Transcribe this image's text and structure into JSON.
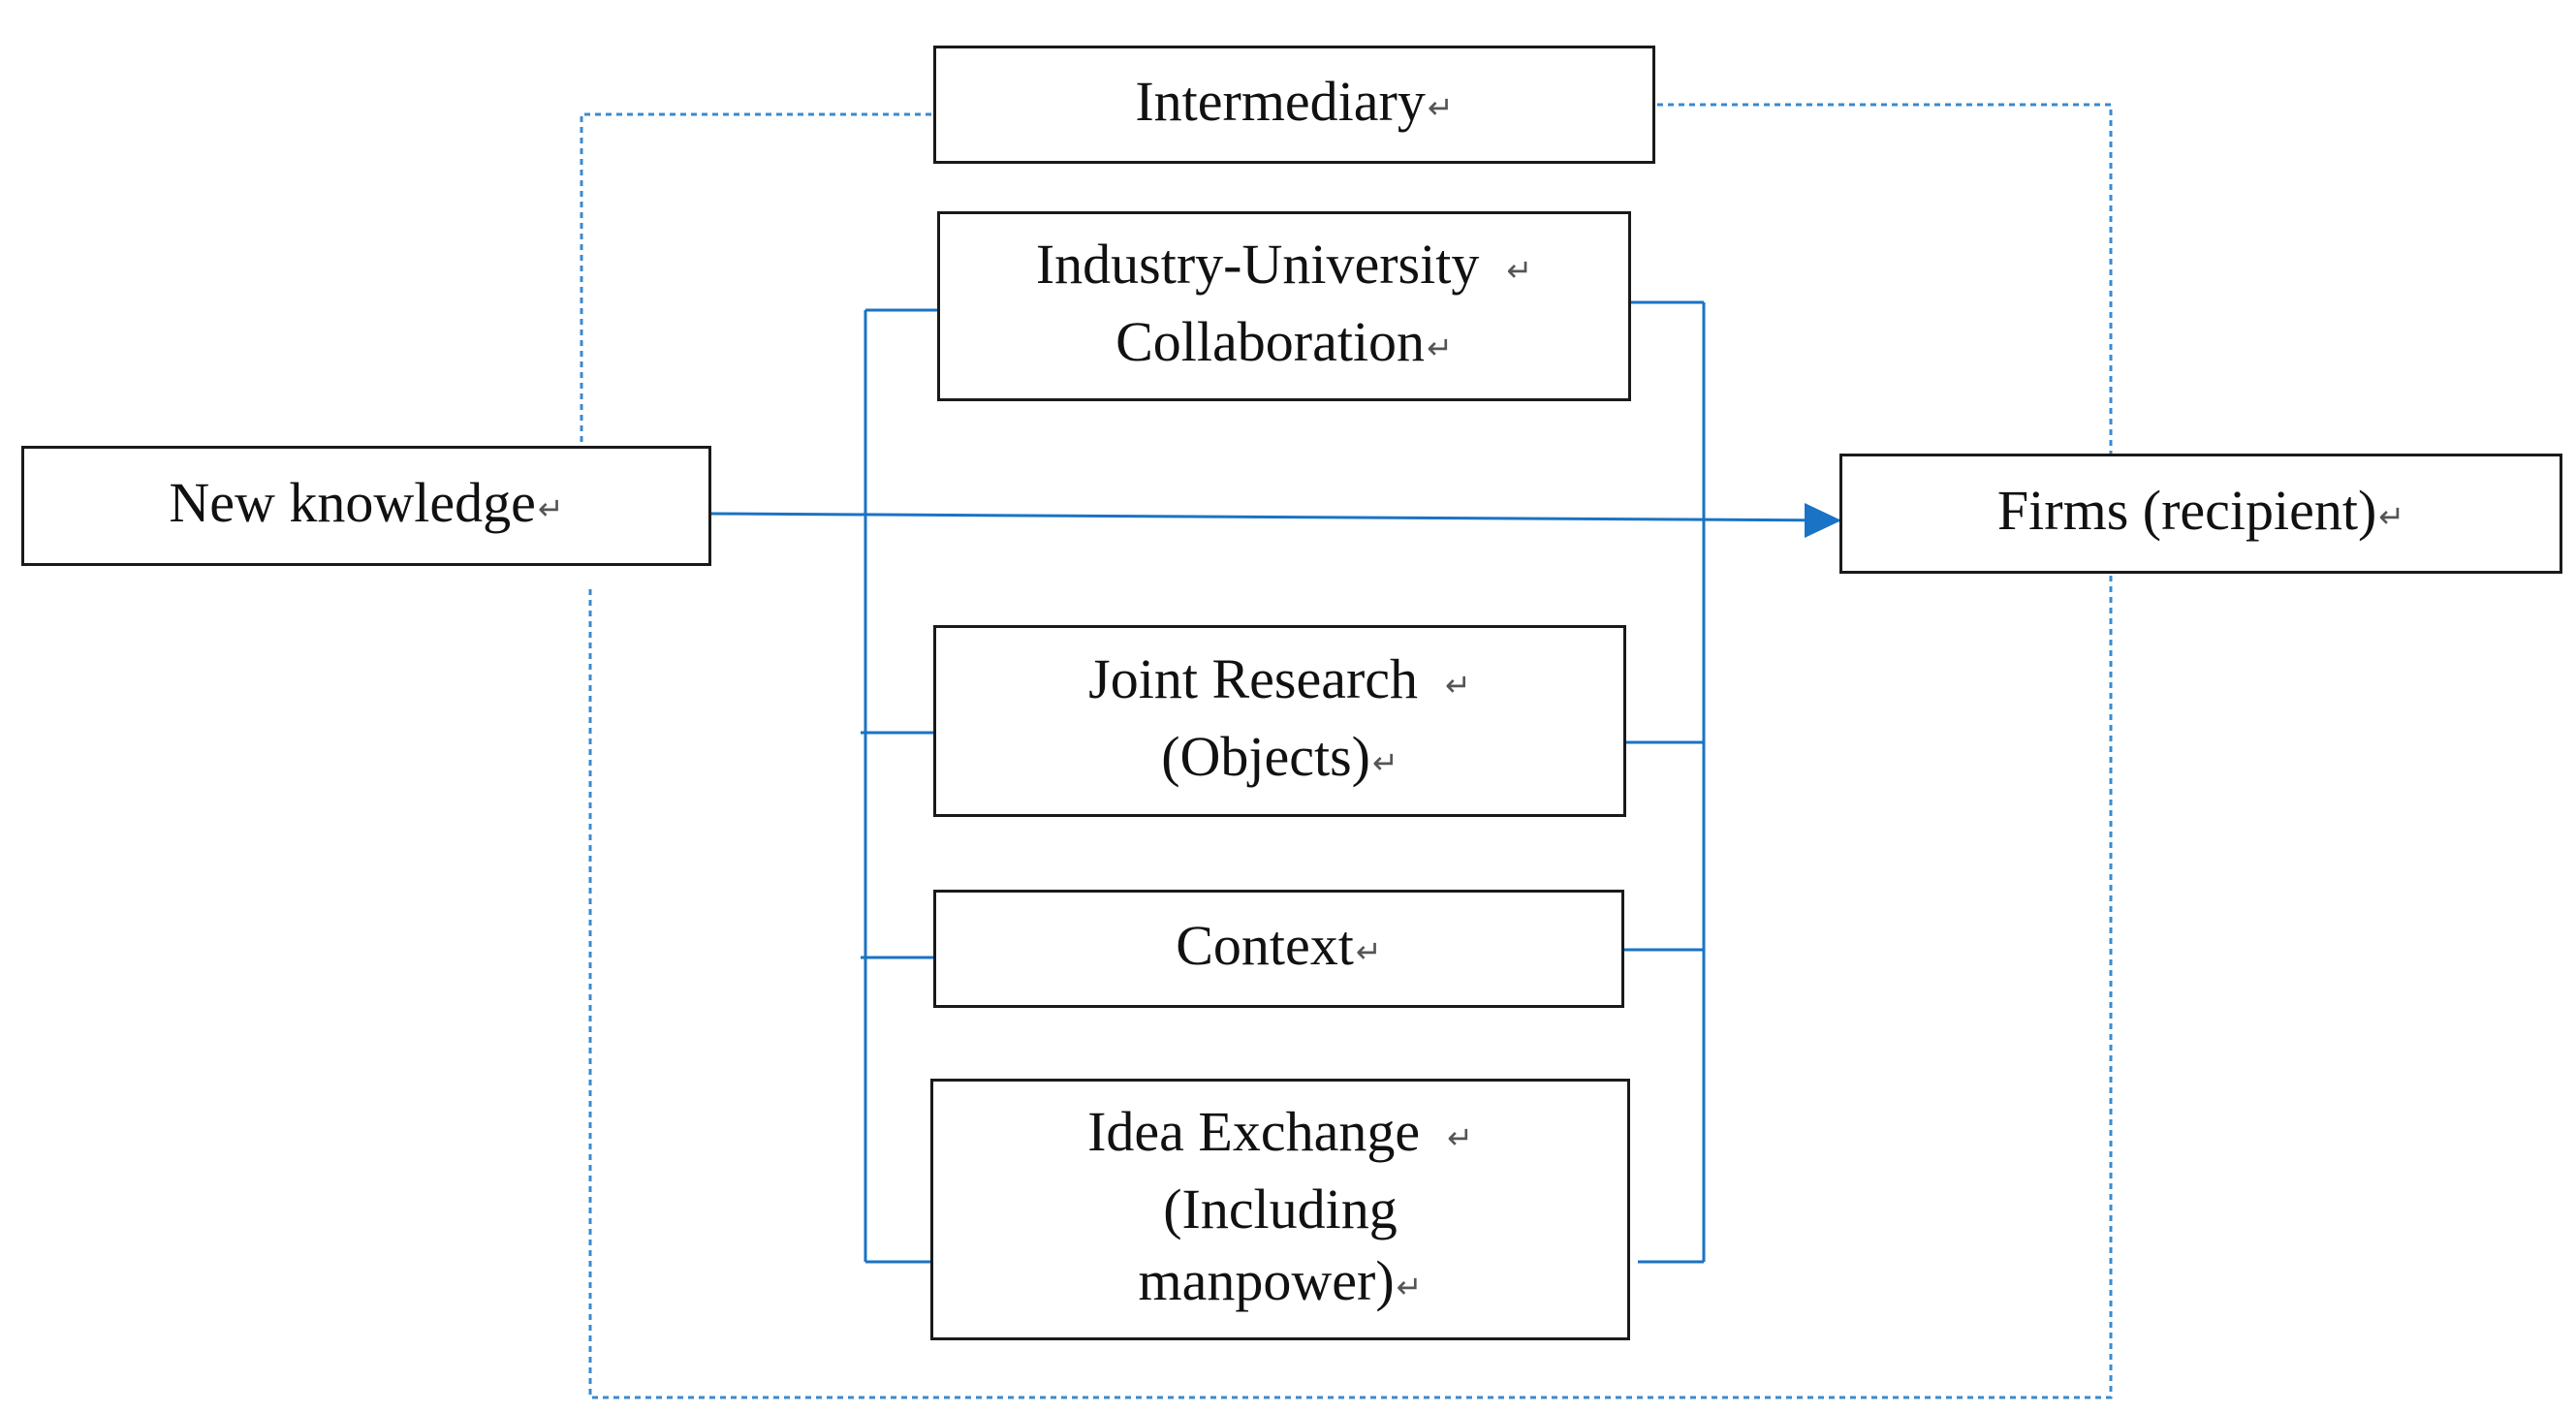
{
  "paragraph_mark": "↵",
  "colors": {
    "connector": "#1a73c4",
    "dashed": "#3a8ad0",
    "box_border": "#1a1a1a",
    "text": "#111111"
  },
  "nodes": {
    "intermediary": {
      "text": "Intermediary"
    },
    "industry_university": {
      "line1": "Industry-University",
      "line2": "Collaboration"
    },
    "new_knowledge": {
      "text": "New knowledge"
    },
    "firms": {
      "text": "Firms (recipient)"
    },
    "joint_research": {
      "line1": "Joint Research",
      "line2": "(Objects)"
    },
    "context": {
      "text": "Context"
    },
    "idea_exchange": {
      "line1": "Idea Exchange",
      "line2": "(Including",
      "line3": "manpower)"
    }
  }
}
